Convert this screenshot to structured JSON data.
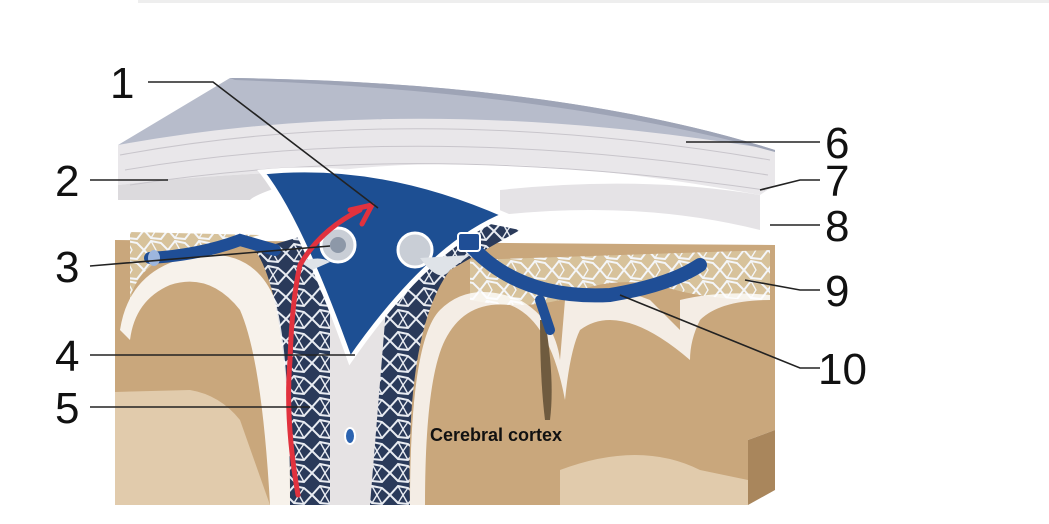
{
  "labels": [
    {
      "number": "1"
    },
    {
      "number": "2"
    },
    {
      "number": "3"
    },
    {
      "number": "4"
    },
    {
      "number": "5"
    },
    {
      "number": "6"
    },
    {
      "number": "7"
    },
    {
      "number": "8"
    },
    {
      "number": "9"
    },
    {
      "number": "10"
    }
  ],
  "region_label": "Cerebral cortex",
  "colors": {
    "dura": "#d9d8de",
    "skull_top": "#b7bccb",
    "sinus": "#1d4f93",
    "arachnoid": "#f2f2f2",
    "cortex": "#c9a77c",
    "cortex_light": "#e3cfb1",
    "arrow": "#e1323e"
  },
  "icons": [
    "arrow-icon"
  ]
}
